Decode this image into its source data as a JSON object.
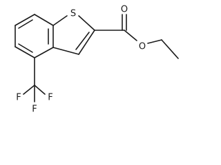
{
  "structure": {
    "atoms": {
      "sulfur": "S",
      "carbonyl_oxygen": "O",
      "ester_oxygen": "O",
      "fluorine_1": "F",
      "fluorine_2": "F",
      "fluorine_3": "F"
    },
    "colors": {
      "ink": "#1a1a1a",
      "background": "#ffffff"
    }
  }
}
